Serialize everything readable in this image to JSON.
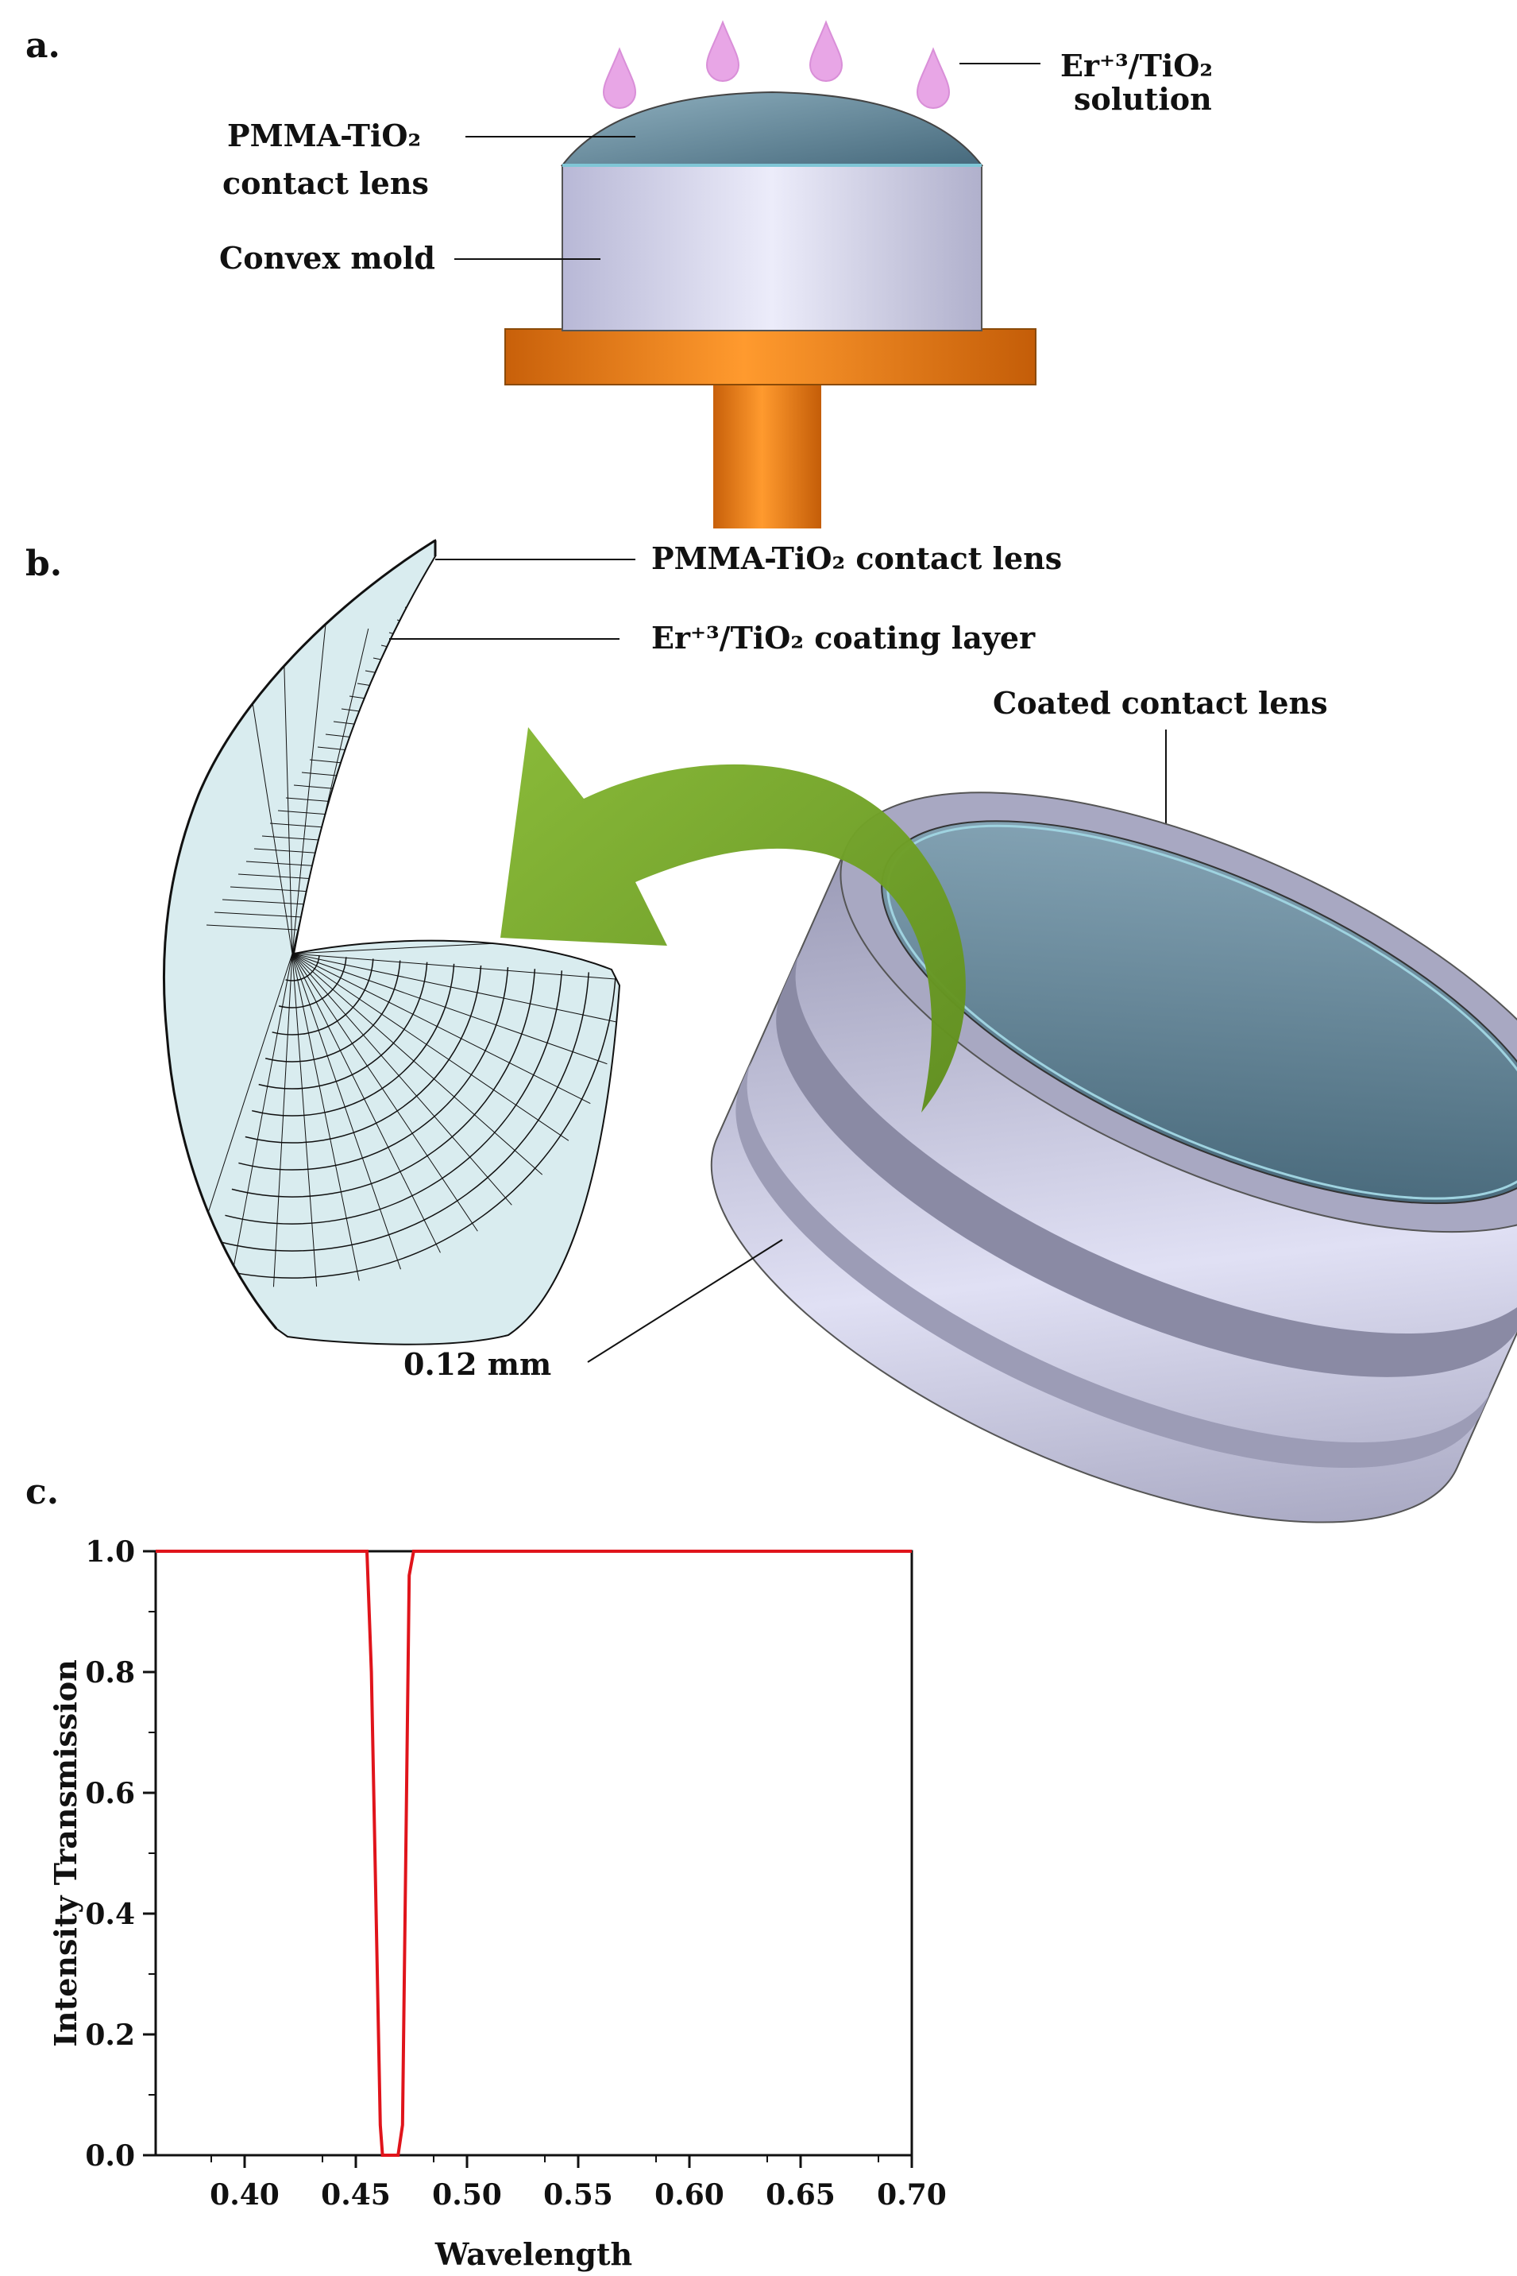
{
  "panels": {
    "a": "a.",
    "b": "b.",
    "c": "c."
  },
  "panel_a": {
    "label_solution_line1": "Er⁺³/TiO₂",
    "label_solution_line2": "solution",
    "label_lens_line1": "PMMA-TiO₂",
    "label_lens_line2": "contact lens",
    "label_mold": "Convex mold"
  },
  "panel_b": {
    "label_lens": "PMMA-TiO₂ contact lens",
    "label_coating": "Er⁺³/TiO₂ coating layer",
    "label_coated": "Coated contact lens",
    "label_thickness": "0.12 mm"
  },
  "colors": {
    "lens_dome": "#5b8497",
    "mold_body": "#d9d9f2",
    "orange": "#f07f12",
    "drop": "#e8a6e6",
    "arrow_green": "#78a82a",
    "curve_red": "#e0141b",
    "mesh_fill": "#d9ecef"
  },
  "chart_data": {
    "type": "line",
    "title": "",
    "xlabel": "Wavelength",
    "ylabel": "Intensity Transmission",
    "xlim": [
      0.36,
      0.7
    ],
    "ylim": [
      0.0,
      1.0
    ],
    "xticks": [
      "0.40",
      "0.45",
      "0.50",
      "0.55",
      "0.60",
      "0.65",
      "0.70"
    ],
    "yticks": [
      "0.0",
      "0.2",
      "0.4",
      "0.6",
      "0.8",
      "1.0"
    ],
    "grid": false,
    "series": [
      {
        "x": [
          0.36,
          0.455,
          0.457,
          0.461,
          0.462,
          0.469,
          0.471,
          0.474,
          0.476,
          0.7
        ],
        "y": [
          1.0,
          1.0,
          0.8,
          0.05,
          0.0,
          0.0,
          0.05,
          0.96,
          1.0,
          1.0
        ]
      }
    ]
  }
}
